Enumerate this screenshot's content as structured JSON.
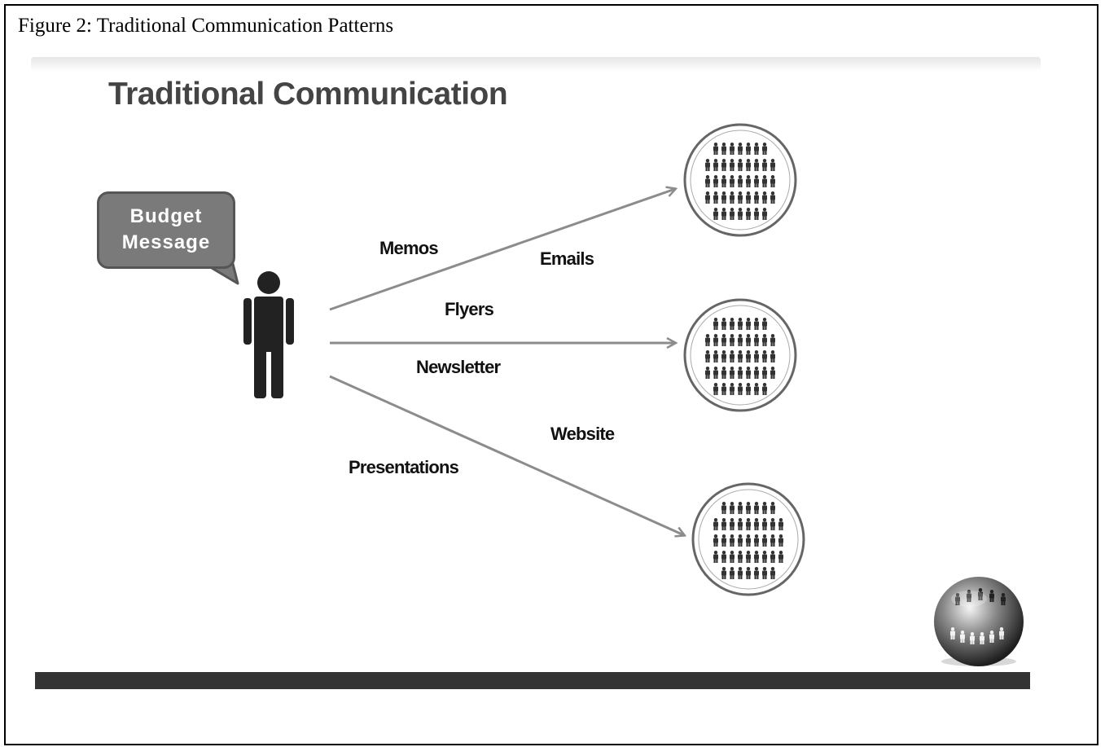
{
  "caption": "Figure 2: Traditional Communication Patterns",
  "slide": {
    "title": "Traditional Communication",
    "bubble": {
      "line1": "Budget",
      "line2": "Message"
    }
  },
  "channels": {
    "memos": "Memos",
    "emails": "Emails",
    "flyers": "Flyers",
    "newsletter": "Newsletter",
    "website": "Website",
    "presentations": "Presentations"
  },
  "colors": {
    "arrow": "#8c8c8c",
    "person": "#222222",
    "bubble": "#7a7a7a",
    "circle_border": "#666666",
    "crowd": "#333333",
    "bar": "#333333"
  },
  "icons": [
    "person-icon",
    "crowd-circle-icon",
    "globe-people-icon"
  ]
}
